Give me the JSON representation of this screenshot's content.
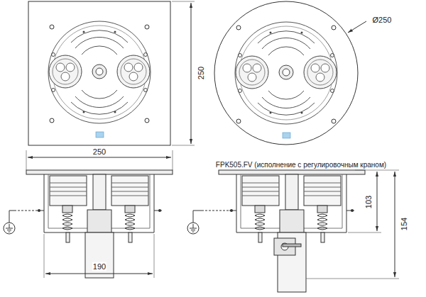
{
  "diagram": {
    "labels": [
      "250",
      "Ø250",
      "250",
      "190",
      "FPK505.FV (исполнение с регулировочным краном)",
      "103",
      "154"
    ]
  }
}
